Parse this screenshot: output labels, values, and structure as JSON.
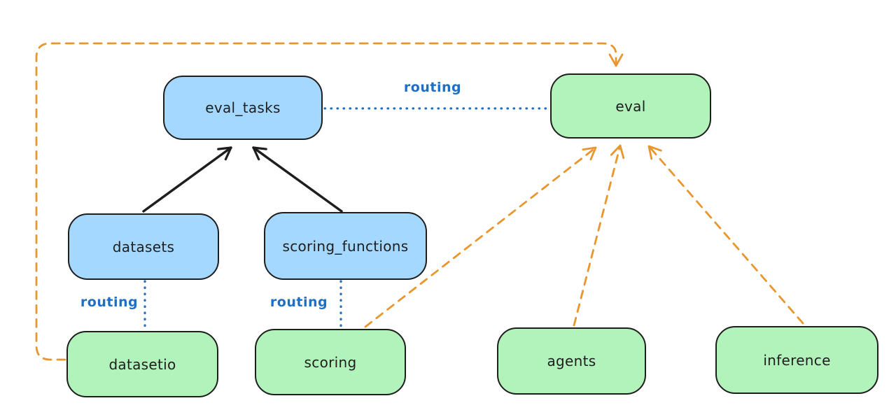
{
  "diagram": {
    "title": "",
    "nodes": [
      {
        "id": "eval_tasks",
        "label": "eval_tasks",
        "group": "api",
        "fill": "#a5d8ff"
      },
      {
        "id": "eval",
        "label": "eval",
        "group": "provider",
        "fill": "#b2f2bb"
      },
      {
        "id": "datasets",
        "label": "datasets",
        "group": "api",
        "fill": "#a5d8ff"
      },
      {
        "id": "scoring_functions",
        "label": "scoring_functions",
        "group": "api",
        "fill": "#a5d8ff"
      },
      {
        "id": "datasetio",
        "label": "datasetio",
        "group": "provider",
        "fill": "#b2f2bb"
      },
      {
        "id": "scoring",
        "label": "scoring",
        "group": "provider",
        "fill": "#b2f2bb"
      },
      {
        "id": "agents",
        "label": "agents",
        "group": "provider",
        "fill": "#b2f2bb"
      },
      {
        "id": "inference",
        "label": "inference",
        "group": "provider",
        "fill": "#b2f2bb"
      }
    ],
    "edges": [
      {
        "from": "datasets",
        "to": "eval_tasks",
        "style": "solid-black-arrow",
        "label": ""
      },
      {
        "from": "scoring_functions",
        "to": "eval_tasks",
        "style": "solid-black-arrow",
        "label": ""
      },
      {
        "from": "eval_tasks",
        "to": "eval",
        "style": "dotted-blue",
        "label": "routing"
      },
      {
        "from": "datasets",
        "to": "datasetio",
        "style": "dotted-blue",
        "label": "routing"
      },
      {
        "from": "scoring_functions",
        "to": "scoring",
        "style": "dotted-blue",
        "label": "routing"
      },
      {
        "from": "datasetio",
        "to": "eval",
        "style": "dashed-orange-arrow",
        "label": ""
      },
      {
        "from": "scoring",
        "to": "eval",
        "style": "dashed-orange-arrow",
        "label": ""
      },
      {
        "from": "agents",
        "to": "eval",
        "style": "dashed-orange-arrow",
        "label": ""
      },
      {
        "from": "inference",
        "to": "eval",
        "style": "dashed-orange-arrow",
        "label": ""
      }
    ],
    "colors": {
      "api_fill": "#a5d8ff",
      "provider_fill": "#b2f2bb",
      "node_stroke": "#1e1e1e",
      "orange_edge": "#e8962e",
      "routing_blue": "#1f6fc5",
      "background": "#ffffff"
    }
  }
}
